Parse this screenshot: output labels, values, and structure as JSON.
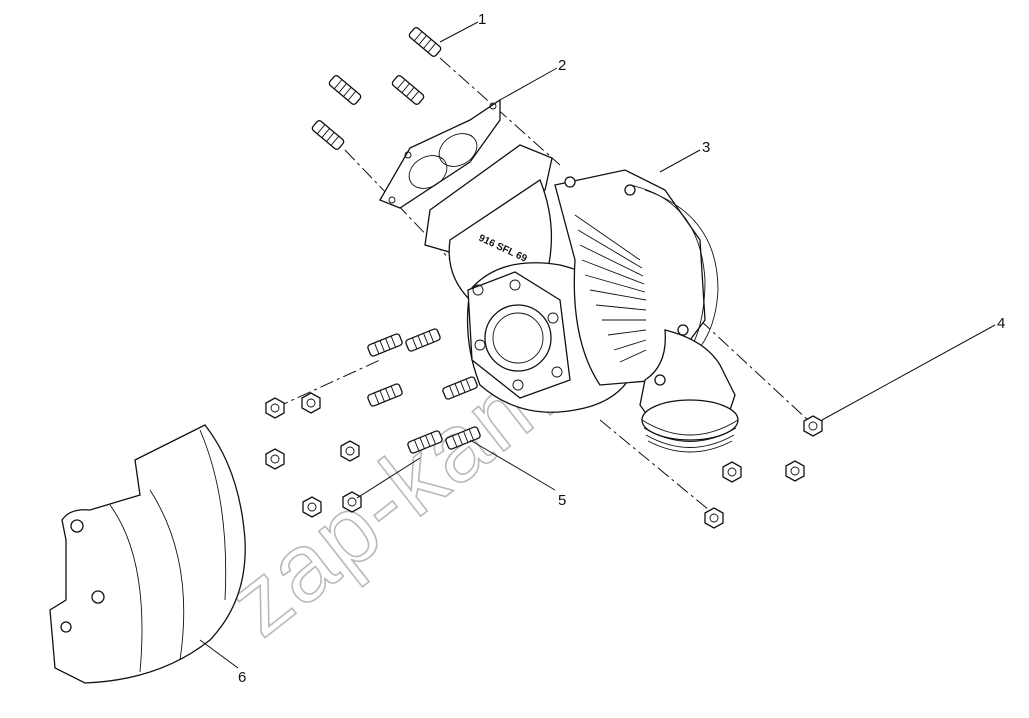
{
  "callouts": [
    {
      "id": "1",
      "label": "1"
    },
    {
      "id": "2",
      "label": "2"
    },
    {
      "id": "3",
      "label": "3"
    },
    {
      "id": "4",
      "label": "4"
    },
    {
      "id": "5",
      "label": "5"
    },
    {
      "id": "6",
      "label": "6"
    }
  ],
  "watermark": "zap-kam.ru",
  "housing_marking": "916 SFL 69"
}
